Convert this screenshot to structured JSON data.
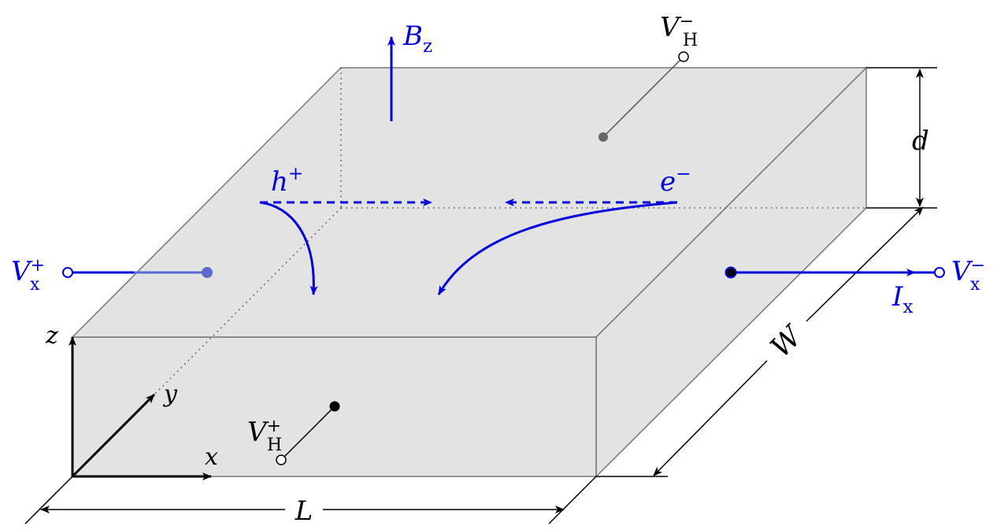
{
  "colors": {
    "accent": "#0000dd",
    "face_fill": "#e3e3e3",
    "edge": "#777777",
    "ink": "#000000",
    "contact_gray": "#666666"
  },
  "labels": {
    "b_field": {
      "main": "B",
      "sub": "z"
    },
    "v_h_minus": {
      "main": "V",
      "sup": "−",
      "sub": "H"
    },
    "v_h_plus": {
      "main": "V",
      "sup": "+",
      "sub": "H"
    },
    "v_x_plus": {
      "main": "V",
      "sup": "+",
      "sub": "x"
    },
    "v_x_minus": {
      "main": "V",
      "sup": "−",
      "sub": "x"
    },
    "current": {
      "main": "I",
      "sub": "x"
    },
    "holes": {
      "main": "h",
      "sup": "+"
    },
    "electrons": {
      "main": "e",
      "sup": "−"
    },
    "thickness": "d",
    "width": "W",
    "length": "L",
    "axis_x": "x",
    "axis_y": "y",
    "axis_z": "z"
  }
}
